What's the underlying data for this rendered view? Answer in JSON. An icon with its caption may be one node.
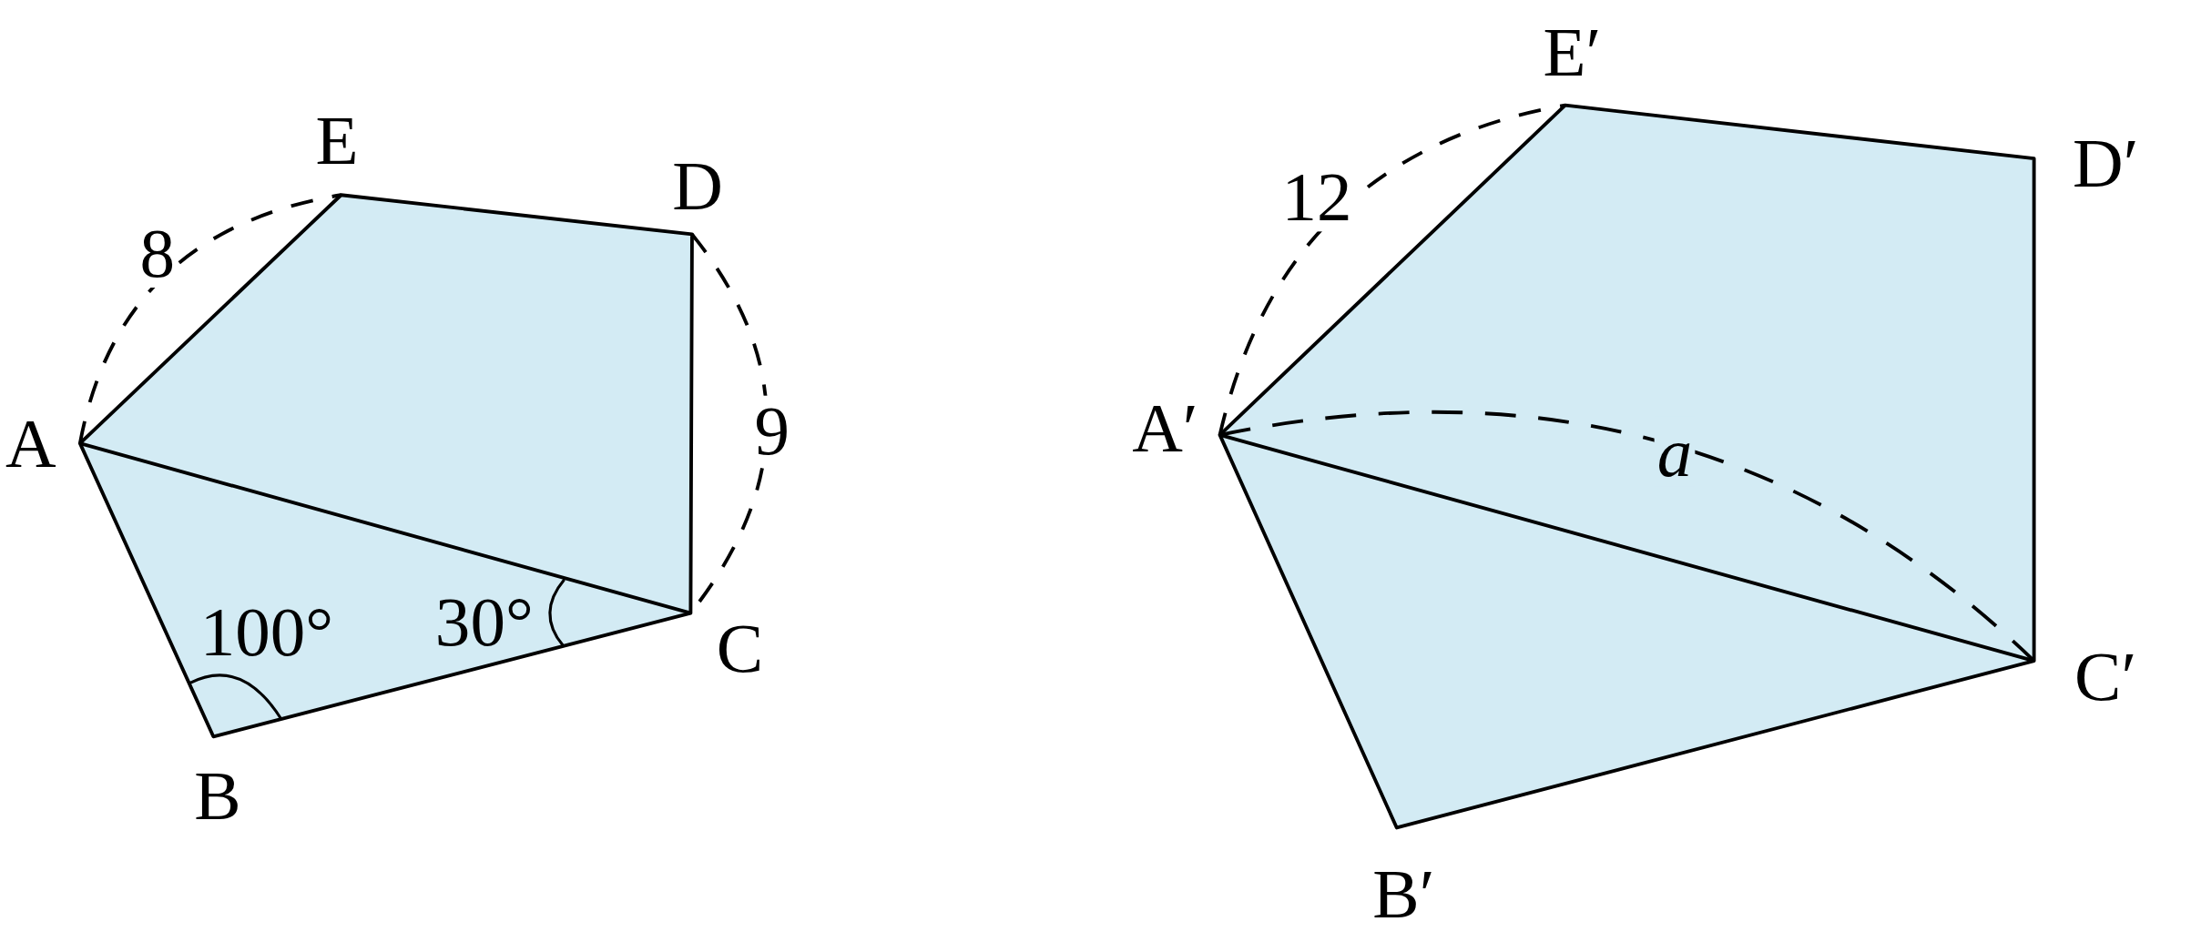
{
  "diagram": {
    "labels": [
      "E",
      "D",
      "8",
      "A",
      "9",
      "100°",
      "30°",
      "C",
      "B",
      "E′",
      "12",
      "D′",
      "A′",
      "a",
      "C′",
      "B′"
    ]
  }
}
